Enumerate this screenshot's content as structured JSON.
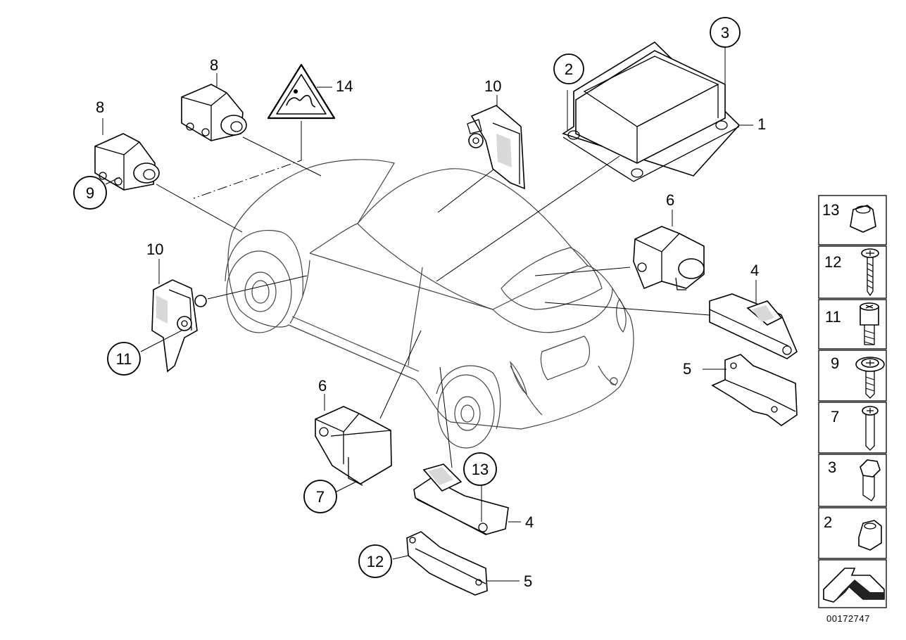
{
  "callouts": {
    "c1": "1",
    "c2": "2",
    "c3": "3",
    "c4a": "4",
    "c4b": "4",
    "c5a": "5",
    "c5b": "5",
    "c6a": "6",
    "c6b": "6",
    "c7": "7",
    "c8a": "8",
    "c8b": "8",
    "c9": "9",
    "c10a": "10",
    "c10b": "10",
    "c11": "11",
    "c12": "12",
    "c13": "13",
    "c14": "14"
  },
  "parts_panel": [
    "13",
    "12",
    "11",
    "9",
    "7",
    "3",
    "2"
  ],
  "doc_number": "00172747",
  "icons": [
    "warning-triangle-icon",
    "direction-arrow-icon"
  ]
}
